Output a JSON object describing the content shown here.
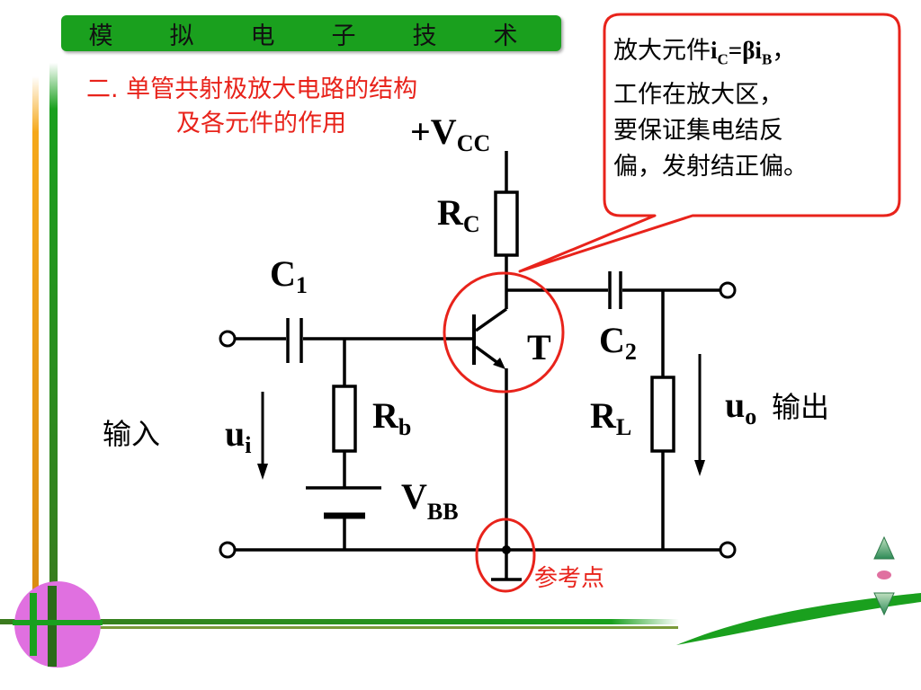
{
  "title": "模　拟　电　子　技　术",
  "heading": {
    "line1": "二. 单管共射极放大电路的结构",
    "line2": "及各元件的作用"
  },
  "callout": {
    "text_prefix": "放大元件",
    "formula": {
      "i1": "i",
      "sub_c": "C",
      "eq": "=",
      "beta": "β",
      "i2": "i",
      "sub_b": "B",
      "comma": "，"
    },
    "line2": "工作在放大区，",
    "line3": "要保证集电结反",
    "line4": "偏，发射结正偏。"
  },
  "labels": {
    "vcc_main": "+V",
    "vcc_sub": "CC",
    "rc_main": "R",
    "rc_sub": "C",
    "c1_main": "C",
    "c1_sub": "1",
    "t": "T",
    "c2_main": "C",
    "c2_sub": "2",
    "rb_main": "R",
    "rb_sub": "b",
    "rl_main": "R",
    "rl_sub": "L",
    "uo_main": "u",
    "uo_sub": "o",
    "output": "输出",
    "input": "输入",
    "ui_main": "u",
    "ui_sub": "i",
    "vbb_main": "V",
    "vbb_sub": "BB",
    "reference": "参考点"
  },
  "colors": {
    "title_bar": "#1aa01e",
    "heading_red": "#e8231b",
    "highlight_circle": "#e8231b",
    "callout_border": "#e8231b",
    "circuit_line": "#000000",
    "deco_orange": "#f0a018",
    "deco_green": "#1aa01e",
    "deco_magenta": "#e070e0"
  },
  "icons": {
    "nav_up": "triangle-up-icon",
    "nav_dot": "dot-icon",
    "nav_down": "triangle-down-icon"
  }
}
